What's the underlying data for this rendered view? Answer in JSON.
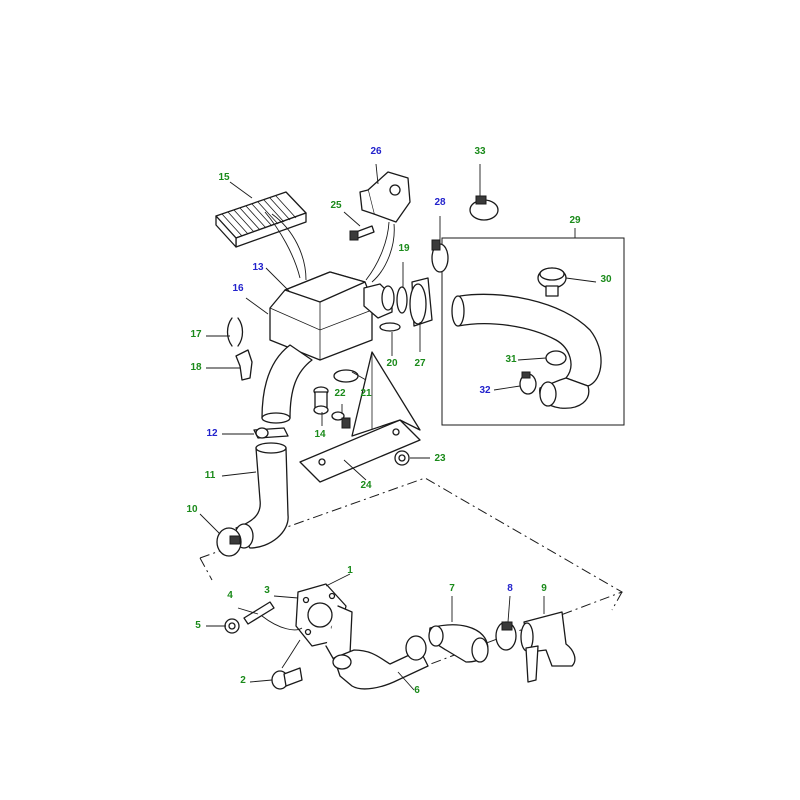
{
  "colors": {
    "green": "#1a8a1a",
    "blue": "#2222cc",
    "line": "#1a1a1a"
  },
  "callouts": [
    {
      "id": "c1",
      "text": "1",
      "color": "green"
    },
    {
      "id": "c2",
      "text": "2",
      "color": "green"
    },
    {
      "id": "c3",
      "text": "3",
      "color": "green"
    },
    {
      "id": "c4",
      "text": "4",
      "color": "green"
    },
    {
      "id": "c5",
      "text": "5",
      "color": "green"
    },
    {
      "id": "c6",
      "text": "6",
      "color": "green"
    },
    {
      "id": "c7",
      "text": "7",
      "color": "green"
    },
    {
      "id": "c8",
      "text": "8",
      "color": "blue"
    },
    {
      "id": "c9",
      "text": "9",
      "color": "green"
    },
    {
      "id": "c10",
      "text": "10",
      "color": "green"
    },
    {
      "id": "c11",
      "text": "11",
      "color": "green"
    },
    {
      "id": "c12",
      "text": "12",
      "color": "blue"
    },
    {
      "id": "c13",
      "text": "13",
      "color": "blue"
    },
    {
      "id": "c14",
      "text": "14",
      "color": "green"
    },
    {
      "id": "c15",
      "text": "15",
      "color": "green"
    },
    {
      "id": "c16",
      "text": "16",
      "color": "blue"
    },
    {
      "id": "c17",
      "text": "17",
      "color": "green"
    },
    {
      "id": "c18",
      "text": "18",
      "color": "green"
    },
    {
      "id": "c19",
      "text": "19",
      "color": "green"
    },
    {
      "id": "c20",
      "text": "20",
      "color": "green"
    },
    {
      "id": "c21",
      "text": "21",
      "color": "green"
    },
    {
      "id": "c22",
      "text": "22",
      "color": "green"
    },
    {
      "id": "c23",
      "text": "23",
      "color": "green"
    },
    {
      "id": "c24",
      "text": "24",
      "color": "green"
    },
    {
      "id": "c25",
      "text": "25",
      "color": "green"
    },
    {
      "id": "c26",
      "text": "26",
      "color": "blue"
    },
    {
      "id": "c27",
      "text": "27",
      "color": "green"
    },
    {
      "id": "c28",
      "text": "28",
      "color": "blue"
    },
    {
      "id": "c29",
      "text": "29",
      "color": "green"
    },
    {
      "id": "c30",
      "text": "30",
      "color": "green"
    },
    {
      "id": "c31",
      "text": "31",
      "color": "green"
    },
    {
      "id": "c32",
      "text": "32",
      "color": "blue"
    },
    {
      "id": "c33",
      "text": "33",
      "color": "green"
    }
  ]
}
